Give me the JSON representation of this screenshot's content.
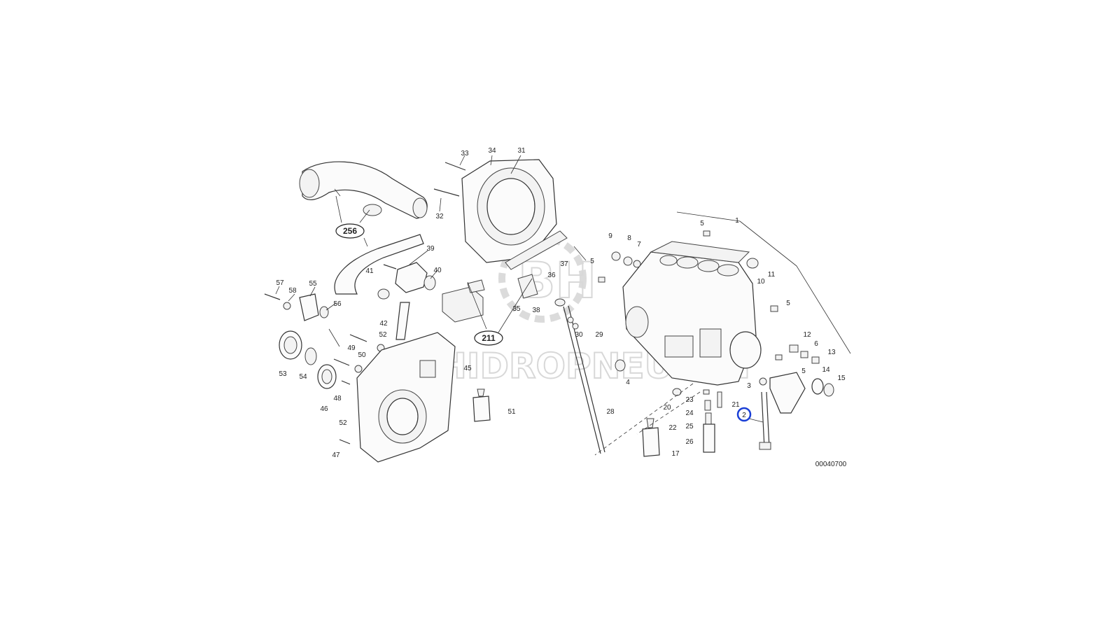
{
  "diagram": {
    "drawing_number": "00040700",
    "watermark": "HIDROPNEUMAT",
    "watermark_logo": "BH",
    "highlight_color": "#1a3fd6",
    "group_callouts": [
      {
        "id": "g256",
        "text": "256"
      },
      {
        "id": "g211",
        "text": "211"
      }
    ],
    "highlighted_callout": "2",
    "callouts": [
      {
        "text": "33"
      },
      {
        "text": "34"
      },
      {
        "text": "31"
      },
      {
        "text": "32"
      },
      {
        "text": "39"
      },
      {
        "text": "40"
      },
      {
        "text": "41"
      },
      {
        "text": "42"
      },
      {
        "text": "57"
      },
      {
        "text": "58"
      },
      {
        "text": "55"
      },
      {
        "text": "56"
      },
      {
        "text": "49"
      },
      {
        "text": "52"
      },
      {
        "text": "50"
      },
      {
        "text": "53"
      },
      {
        "text": "54"
      },
      {
        "text": "46"
      },
      {
        "text": "48"
      },
      {
        "text": "52"
      },
      {
        "text": "47"
      },
      {
        "text": "45"
      },
      {
        "text": "51"
      },
      {
        "text": "37"
      },
      {
        "text": "36"
      },
      {
        "text": "35"
      },
      {
        "text": "38"
      },
      {
        "text": "30"
      },
      {
        "text": "29"
      },
      {
        "text": "28"
      },
      {
        "text": "9"
      },
      {
        "text": "8"
      },
      {
        "text": "7"
      },
      {
        "text": "5"
      },
      {
        "text": "5"
      },
      {
        "text": "1"
      },
      {
        "text": "11"
      },
      {
        "text": "10"
      },
      {
        "text": "5"
      },
      {
        "text": "4"
      },
      {
        "text": "12"
      },
      {
        "text": "6"
      },
      {
        "text": "13"
      },
      {
        "text": "5"
      },
      {
        "text": "14"
      },
      {
        "text": "15"
      },
      {
        "text": "3"
      },
      {
        "text": "21"
      },
      {
        "text": "2"
      },
      {
        "text": "23"
      },
      {
        "text": "24"
      },
      {
        "text": "25"
      },
      {
        "text": "26"
      },
      {
        "text": "20"
      },
      {
        "text": "22"
      },
      {
        "text": "17"
      }
    ]
  }
}
